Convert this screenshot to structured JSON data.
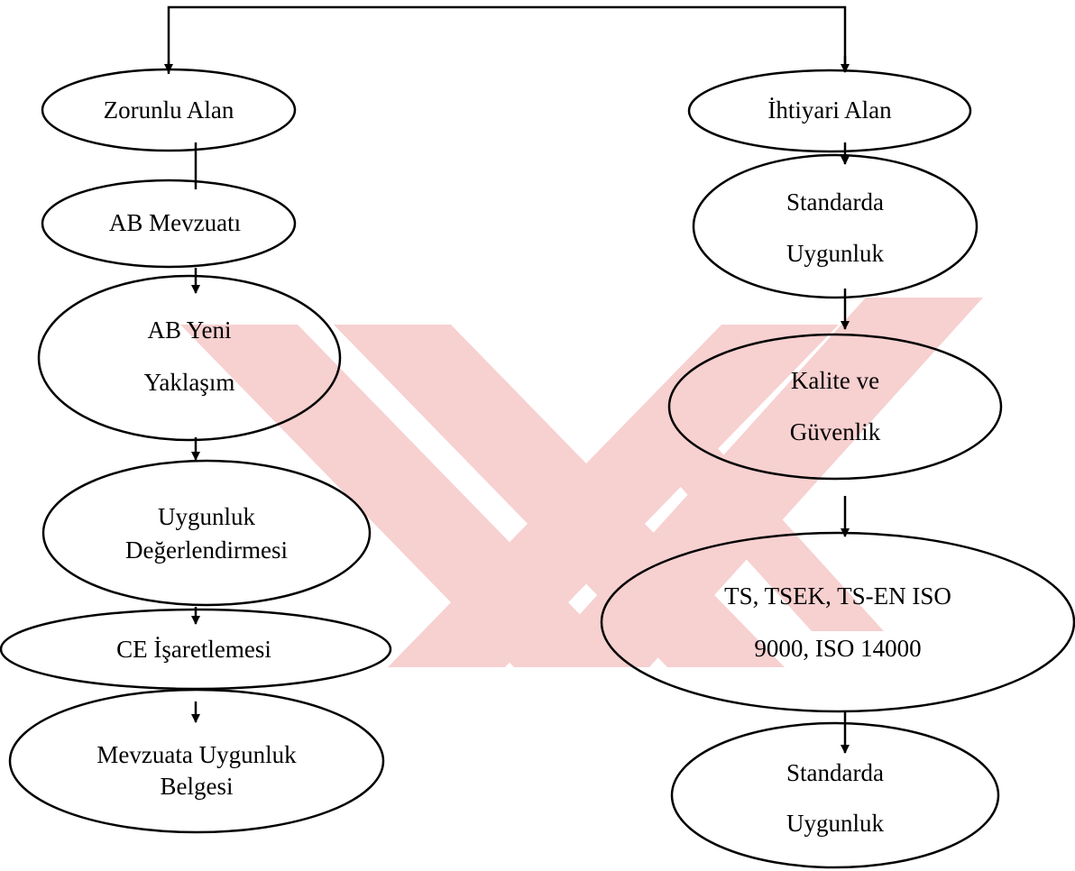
{
  "diagram": {
    "nodes": [
      {
        "id": "zorunlu-alan",
        "lines": [
          "Zorunlu Alan"
        ]
      },
      {
        "id": "ab-mevzuati",
        "lines": [
          "AB Mevzuatı"
        ]
      },
      {
        "id": "ab-yeni-yaklasim",
        "lines": [
          "AB Yeni",
          "Yaklaşım"
        ]
      },
      {
        "id": "uygunluk-degerlendirmesi",
        "lines": [
          "Uygunluk",
          "Değerlendirmesi"
        ]
      },
      {
        "id": "ce-isaretlemesi",
        "lines": [
          "CE İşaretlemesi"
        ]
      },
      {
        "id": "mevzuata-uygunluk-belgesi",
        "lines": [
          "Mevzuata Uygunluk",
          "Belgesi"
        ]
      },
      {
        "id": "ihtiyari-alan",
        "lines": [
          "İhtiyari Alan"
        ]
      },
      {
        "id": "standarda-uygunluk-1",
        "lines": [
          "Standarda",
          "Uygunluk"
        ]
      },
      {
        "id": "kalite-ve-guvenlik",
        "lines": [
          "Kalite ve",
          "Güvenlik"
        ]
      },
      {
        "id": "ts-standards",
        "lines": [
          "TS, TSEK, TS-EN ISO",
          "9000, ISO 14000"
        ]
      },
      {
        "id": "standarda-uygunluk-2",
        "lines": [
          "Standarda",
          "Uygunluk"
        ]
      }
    ],
    "colors": {
      "line": "#000000",
      "watermark": "#f7d0d0"
    }
  }
}
